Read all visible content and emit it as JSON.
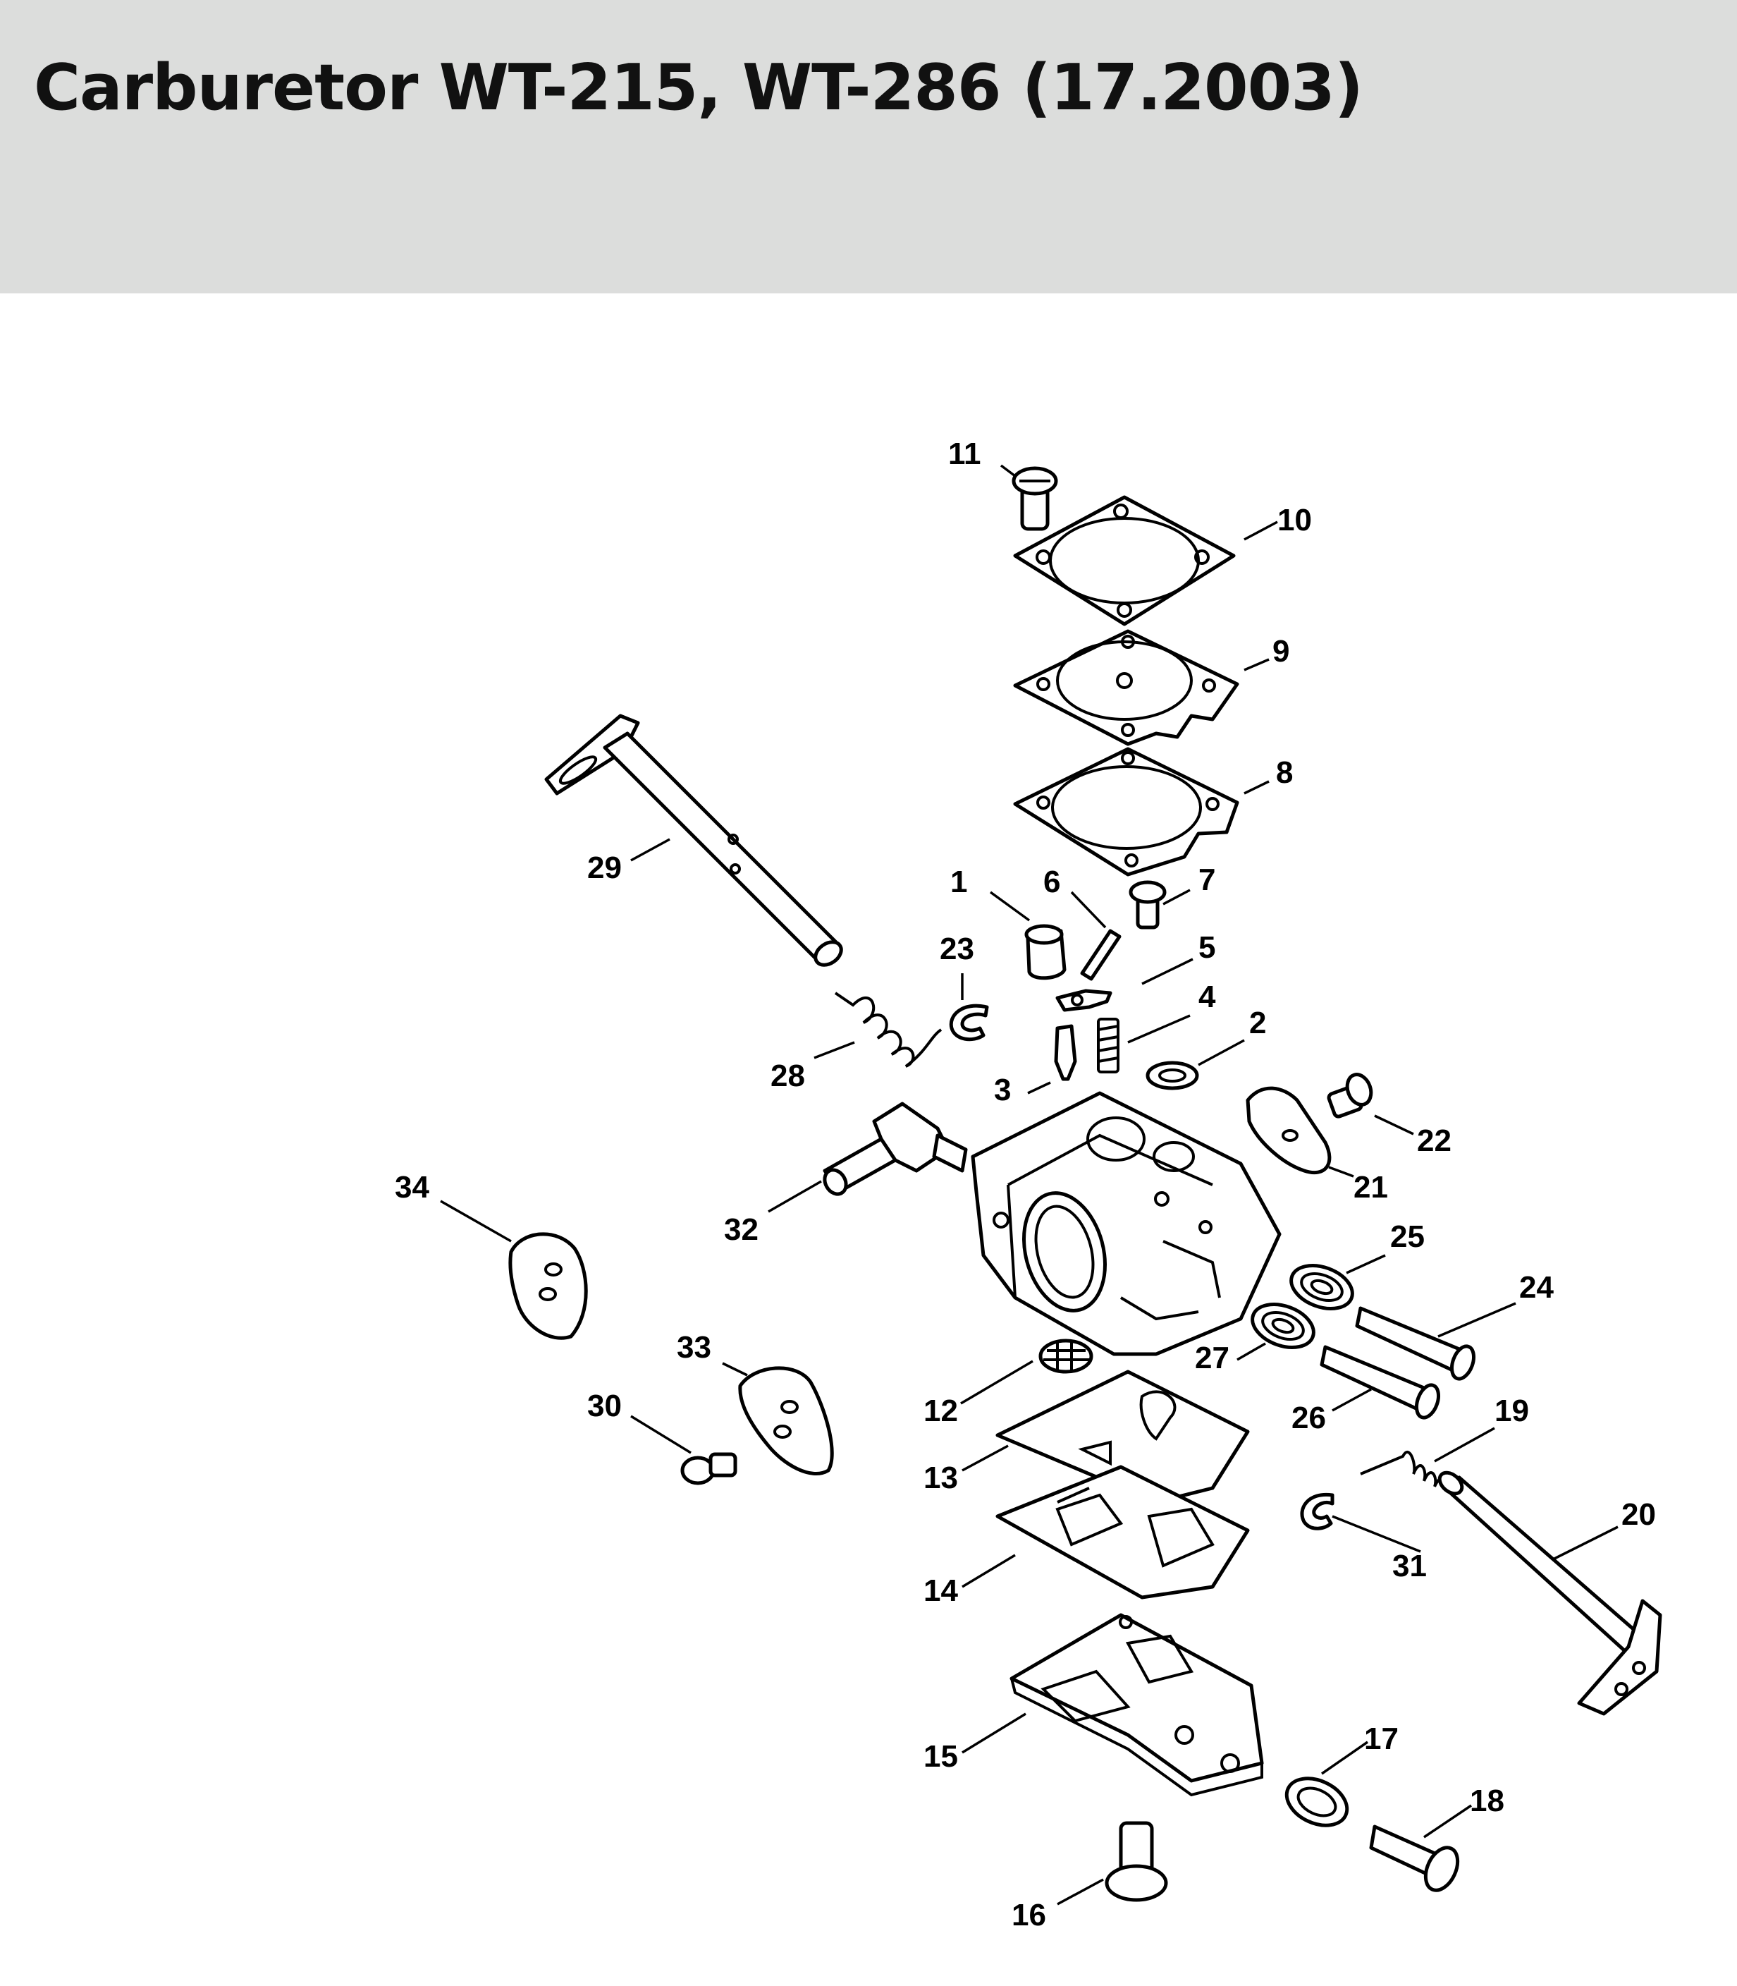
{
  "header": {
    "title": "Carburetor WT-215, WT-286 (17.2003)"
  },
  "callouts": [
    "1",
    "2",
    "3",
    "4",
    "5",
    "6",
    "7",
    "8",
    "9",
    "10",
    "11",
    "12",
    "13",
    "14",
    "15",
    "16",
    "17",
    "18",
    "19",
    "20",
    "21",
    "22",
    "23",
    "24",
    "25",
    "26",
    "27",
    "28",
    "29",
    "30",
    "31",
    "32",
    "33",
    "34"
  ]
}
